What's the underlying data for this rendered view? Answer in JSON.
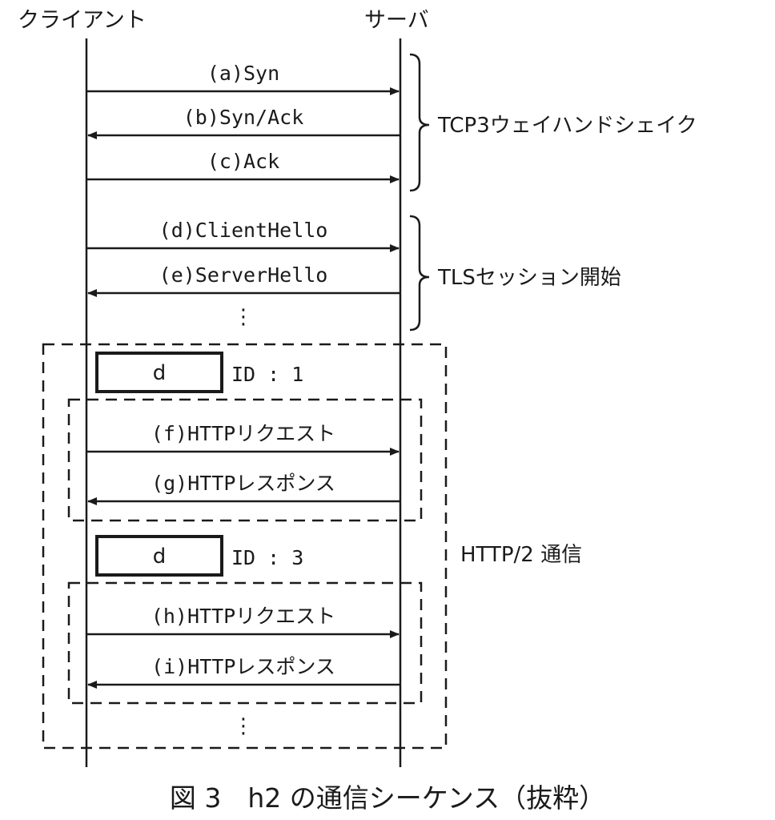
{
  "participants": {
    "client": "クライアント",
    "server": "サーバ"
  },
  "messages": [
    {
      "id": "a",
      "label": "(a)Syn",
      "direction": "to-server"
    },
    {
      "id": "b",
      "label": "(b)Syn/Ack",
      "direction": "to-client"
    },
    {
      "id": "c",
      "label": "(c)Ack",
      "direction": "to-server"
    },
    {
      "id": "d",
      "label": "(d)ClientHello",
      "direction": "to-server"
    },
    {
      "id": "e",
      "label": "(e)ServerHello",
      "direction": "to-client"
    },
    {
      "id": "f",
      "label": "(f)HTTPリクエスト",
      "direction": "to-server"
    },
    {
      "id": "g",
      "label": "(g)HTTPレスポンス",
      "direction": "to-client"
    },
    {
      "id": "h",
      "label": "(h)HTTPリクエスト",
      "direction": "to-server"
    },
    {
      "id": "i",
      "label": "(i)HTTPレスポンス",
      "direction": "to-client"
    }
  ],
  "phases": {
    "tcp": "TCP3ウェイハンドシェイク",
    "tls": "TLSセッション開始",
    "http2": "HTTP/2 通信"
  },
  "stream_boxes": [
    {
      "box_label": "d",
      "id_label": "ID : 1"
    },
    {
      "box_label": "d",
      "id_label": "ID : 3"
    }
  ],
  "ellipsis": "⋮",
  "caption": "図 3　h2 の通信シーケンス（抜粋）",
  "colors": {
    "ink": "#1a1a1a",
    "background": "#ffffff"
  }
}
